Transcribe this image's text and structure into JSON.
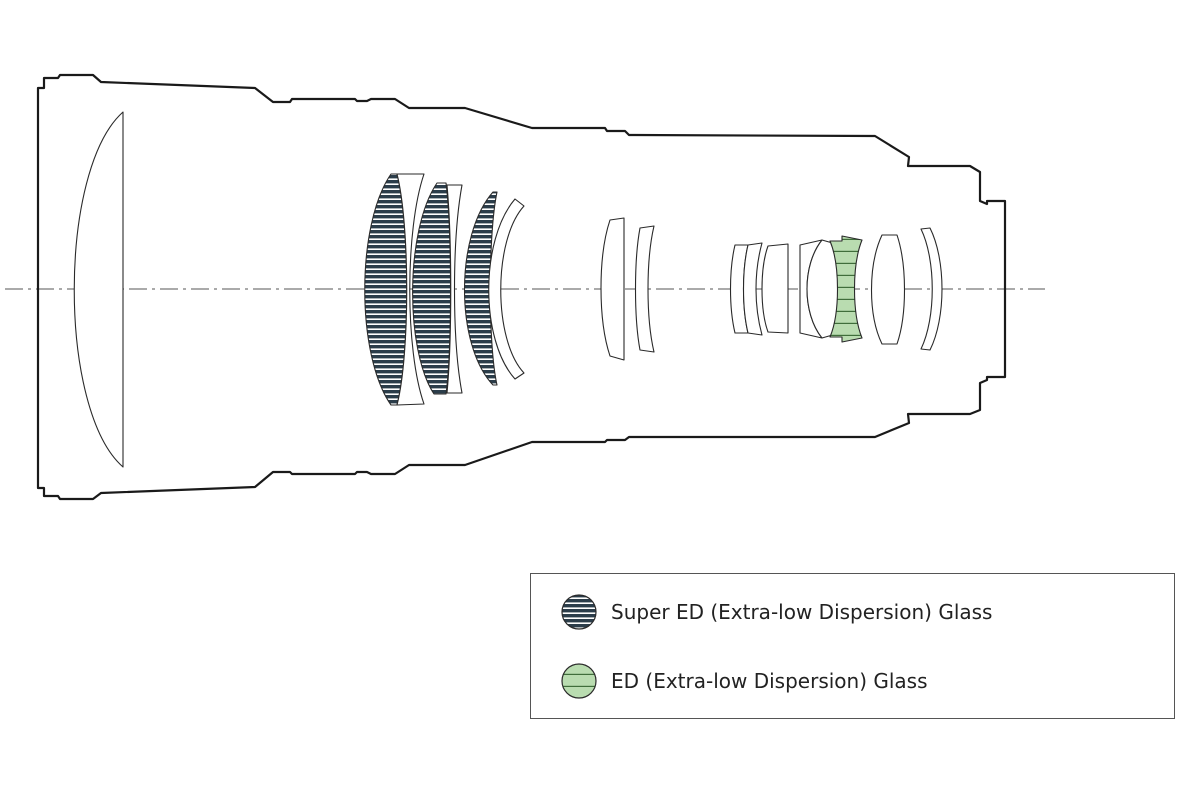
{
  "colors": {
    "super_ed_fill": "#2b3d4a",
    "ed_fill": "#b9dcb0",
    "outline": "#1a1a1a",
    "axis": "#555555"
  },
  "legend": {
    "items": [
      {
        "label": "Super ED (Extra-low Dispersion) Glass",
        "glass": "super-ed"
      },
      {
        "label": "ED (Extra-low Dispersion) Glass",
        "glass": "ed"
      }
    ]
  }
}
